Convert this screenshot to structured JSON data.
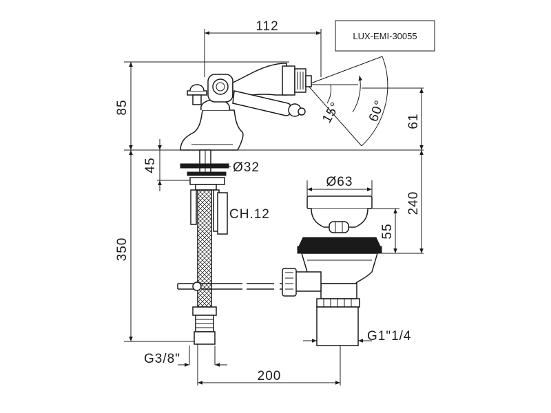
{
  "product_code": "LUX-EMI-30055",
  "dimensions": {
    "width_112": "112",
    "height_85": "85",
    "height_45": "45",
    "diameter_32": "Ø32",
    "height_350": "350",
    "hex_ch12": "CH.12",
    "thread_g38": "G3/8\"",
    "width_200": "200",
    "diameter_63": "Ø63",
    "height_240": "240",
    "height_55": "55",
    "thread_g114": "G1\"1/4",
    "height_61": "61",
    "angle_15": "15°",
    "angle_60": "60°"
  }
}
